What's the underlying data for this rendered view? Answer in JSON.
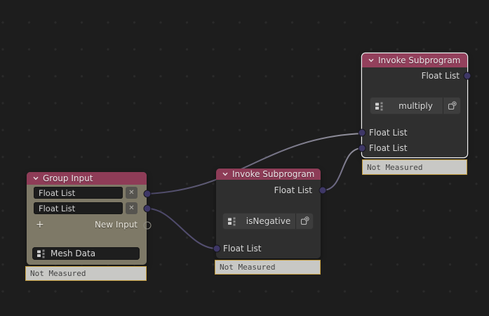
{
  "editor": {
    "background_color": "#1d1d1d",
    "grid_dot_color": "#2a2a2a",
    "wire_color_dark": "#4b4767",
    "wire_color_light": "#94939d",
    "socket_color_float_list": "#3e3766",
    "header_color": "#8e3c57",
    "selected_outline_color": "#f0f0f0"
  },
  "icons": {
    "remove_x": "✕",
    "new_input_plus": "+"
  },
  "nodes": {
    "group_input": {
      "title": "Group Input",
      "body_color": "#7e7967",
      "fields": [
        {
          "value": "Float List"
        },
        {
          "value": "Float List"
        }
      ],
      "new_input_label": "New Input",
      "data_button_label": "Mesh Data",
      "footer": "Not Measured",
      "output_sockets": [
        "Float List",
        "Float List",
        "New Input"
      ]
    },
    "invoke_isnegative": {
      "title": "Invoke Subprogram",
      "output_label": "Float List",
      "subprogram_button_label": "isNegative",
      "input_label": "Float List",
      "footer": "Not Measured"
    },
    "invoke_multiply": {
      "title": "Invoke Subprogram",
      "selected": true,
      "output_label": "Float List",
      "subprogram_button_label": "multiply",
      "inputs": [
        "Float List",
        "Float List"
      ],
      "footer": "Not Measured"
    }
  },
  "connections": [
    {
      "from": "group-input.output.0",
      "to": "invoke-multiply.input.0"
    },
    {
      "from": "group-input.output.1",
      "to": "invoke-isnegative.input.0"
    },
    {
      "from": "invoke-isnegative.output.0",
      "to": "invoke-multiply.input.1"
    }
  ]
}
